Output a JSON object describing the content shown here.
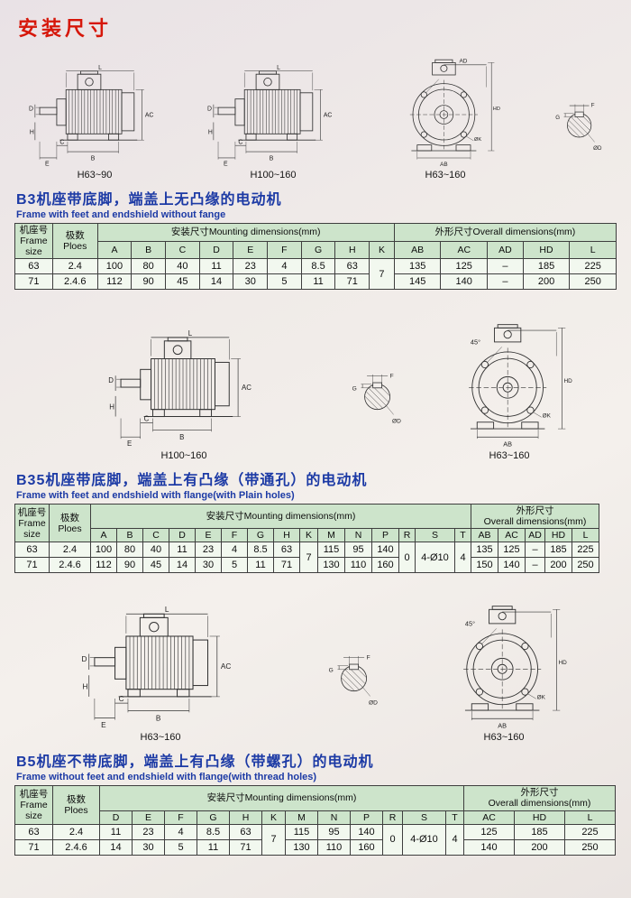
{
  "page": {
    "title": "安装尺寸"
  },
  "drawings": {
    "labels": {
      "L": "L",
      "AC": "AC",
      "AD": "AD",
      "HD": "HD",
      "AB": "AB",
      "D": "D",
      "E": "E",
      "B": "B",
      "C": "C",
      "H": "H",
      "K": "ØK",
      "F": "F",
      "G": "G",
      "OD": "ØD",
      "deg45": "45°"
    },
    "row1": {
      "caption1": "H63~90",
      "caption2": "H100~160",
      "caption3": "H63~160"
    },
    "row2": {
      "caption1": "H100~160",
      "caption2": "H63~160"
    },
    "row3": {
      "caption1": "H63~160",
      "caption2": "H63~160"
    }
  },
  "sections": [
    {
      "cn": "B3机座带底脚，端盖上无凸缘的电动机",
      "en": "Frame with feet and endshield without fange"
    },
    {
      "cn": "B35机座带底脚，端盖上有凸缘（带通孔）的电动机",
      "en": "Frame with feet and endshield with flange(with Plain holes)"
    },
    {
      "cn": "B5机座不带底脚，端盖上有凸缘（带螺孔）的电动机",
      "en": "Frame without feet and endshield with flange(with thread holes)"
    }
  ],
  "tables": [
    {
      "frame_cn": "机座号",
      "frame_en1": "Frame",
      "frame_en2": "size",
      "poles_cn": "极数",
      "poles_en": "Ploes",
      "mounting_header": "安装尺寸Mounting dimensions(mm)",
      "overall_header": "外形尺寸Overall dimensions(mm)",
      "mcols": [
        "A",
        "B",
        "C",
        "D",
        "E",
        "F",
        "G",
        "H",
        "K"
      ],
      "ocols": [
        "AB",
        "AC",
        "AD",
        "HD",
        "L"
      ],
      "row1": {
        "frame": "63",
        "poles": "2.4",
        "m": [
          "100",
          "80",
          "40",
          "11",
          "23",
          "4",
          "8.5",
          "63"
        ],
        "k": "7",
        "o": [
          "135",
          "125",
          "–",
          "185",
          "225"
        ]
      },
      "row2": {
        "frame": "71",
        "poles": "2.4.6",
        "m": [
          "112",
          "90",
          "45",
          "14",
          "30",
          "5",
          "11",
          "71"
        ],
        "o": [
          "145",
          "140",
          "–",
          "200",
          "250"
        ]
      }
    },
    {
      "frame_cn": "机座号",
      "frame_en1": "Frame",
      "frame_en2": "size",
      "poles_cn": "极数",
      "poles_en": "Ploes",
      "mounting_header": "安装尺寸Mounting dimensions(mm)",
      "overall_cn": "外形尺寸",
      "overall_en": "Overall dimensions(mm)",
      "mcols": [
        "A",
        "B",
        "C",
        "D",
        "E",
        "F",
        "G",
        "H",
        "K",
        "M",
        "N",
        "P",
        "R",
        "S",
        "T"
      ],
      "ocols": [
        "AB",
        "AC",
        "AD",
        "HD",
        "L"
      ],
      "row1": {
        "frame": "63",
        "poles": "2.4",
        "m": [
          "100",
          "80",
          "40",
          "11",
          "23",
          "4",
          "8.5",
          "63"
        ],
        "k": "7",
        "m2": [
          "115",
          "95",
          "140"
        ],
        "r": "0",
        "s": "4-Ø10",
        "t": "4",
        "o": [
          "135",
          "125",
          "–",
          "185",
          "225"
        ]
      },
      "row2": {
        "frame": "71",
        "poles": "2.4.6",
        "m": [
          "112",
          "90",
          "45",
          "14",
          "30",
          "5",
          "11",
          "71"
        ],
        "m2": [
          "130",
          "110",
          "160"
        ],
        "o": [
          "150",
          "140",
          "–",
          "200",
          "250"
        ]
      }
    },
    {
      "frame_cn": "机座号",
      "frame_en1": "Frame",
      "frame_en2": "size",
      "poles_cn": "极数",
      "poles_en": "Ploes",
      "mounting_header": "安装尺寸Mounting dimensions(mm)",
      "overall_cn": "外形尺寸",
      "overall_en": "Overall dimensions(mm)",
      "mcols": [
        "D",
        "E",
        "F",
        "G",
        "H",
        "K",
        "M",
        "N",
        "P",
        "R",
        "S",
        "T"
      ],
      "ocols": [
        "AC",
        "HD",
        "L"
      ],
      "row1": {
        "frame": "63",
        "poles": "2.4",
        "m": [
          "11",
          "23",
          "4",
          "8.5",
          "63"
        ],
        "k": "7",
        "m2": [
          "115",
          "95",
          "140"
        ],
        "r": "0",
        "s": "4-Ø10",
        "t": "4",
        "o": [
          "125",
          "185",
          "225"
        ]
      },
      "row2": {
        "frame": "71",
        "poles": "2.4.6",
        "m": [
          "14",
          "30",
          "5",
          "11",
          "71"
        ],
        "m2": [
          "130",
          "110",
          "160"
        ],
        "o": [
          "140",
          "200",
          "250"
        ]
      }
    }
  ]
}
